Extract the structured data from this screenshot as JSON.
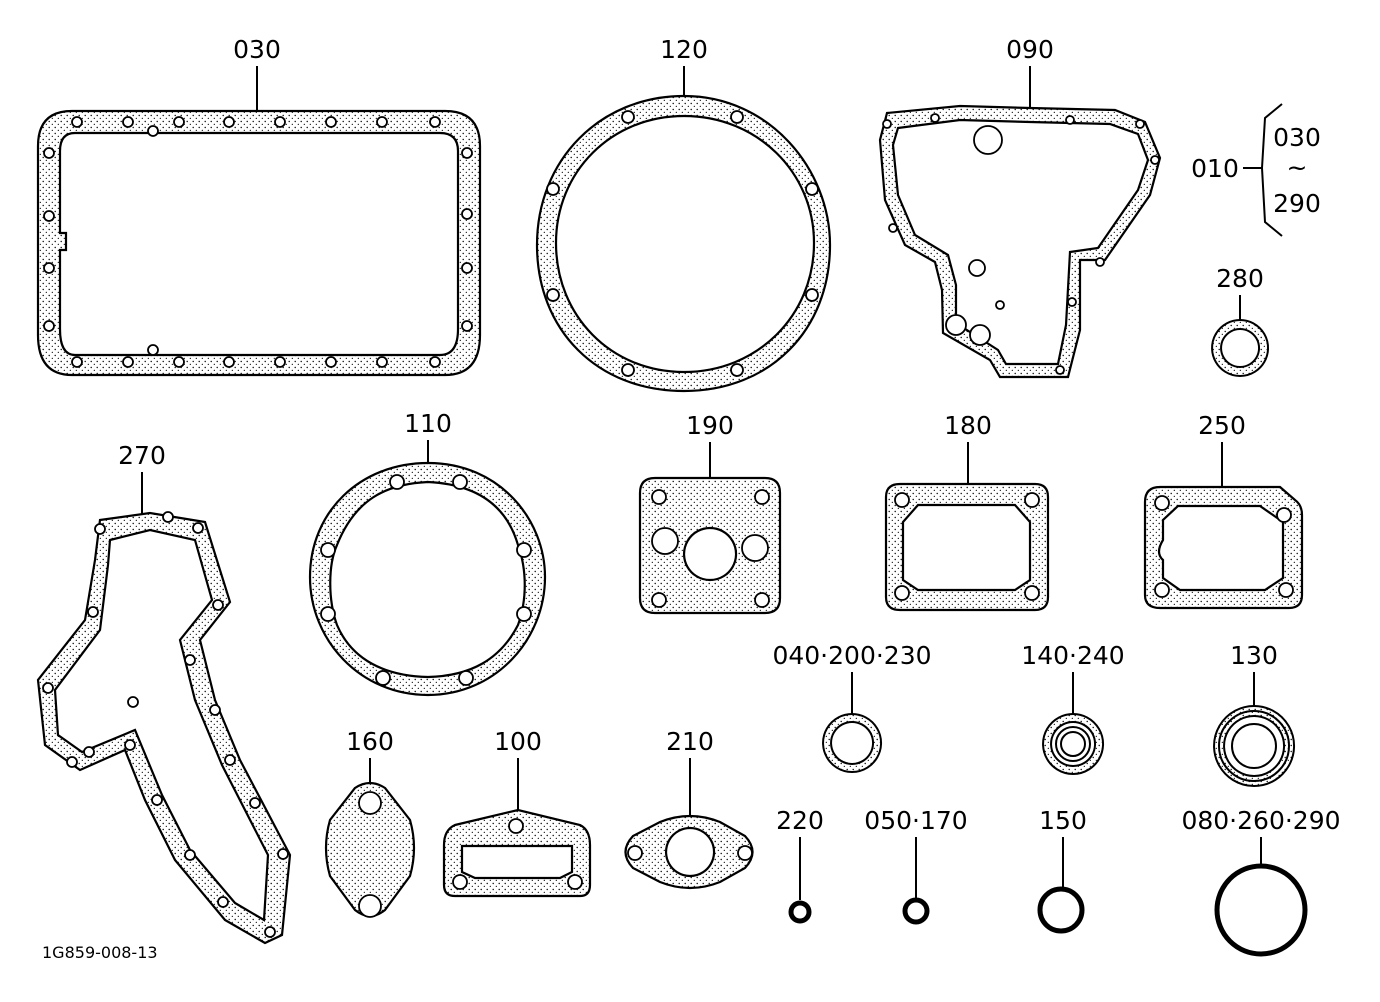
{
  "labels": {
    "p030": "030",
    "p120": "120",
    "p090": "090",
    "p010": "010",
    "p010_top": "030",
    "p010_tilde": "~",
    "p010_bottom": "290",
    "p280": "280",
    "p270": "270",
    "p110": "110",
    "p190": "190",
    "p180": "180",
    "p250": "250",
    "p040": "040·200·230",
    "p140": "140·240",
    "p130": "130",
    "p160": "160",
    "p100": "100",
    "p210": "210",
    "p220": "220",
    "p050": "050·170",
    "p150": "150",
    "p080": "080·260·290"
  },
  "drawing_number": "1G859-008-13"
}
